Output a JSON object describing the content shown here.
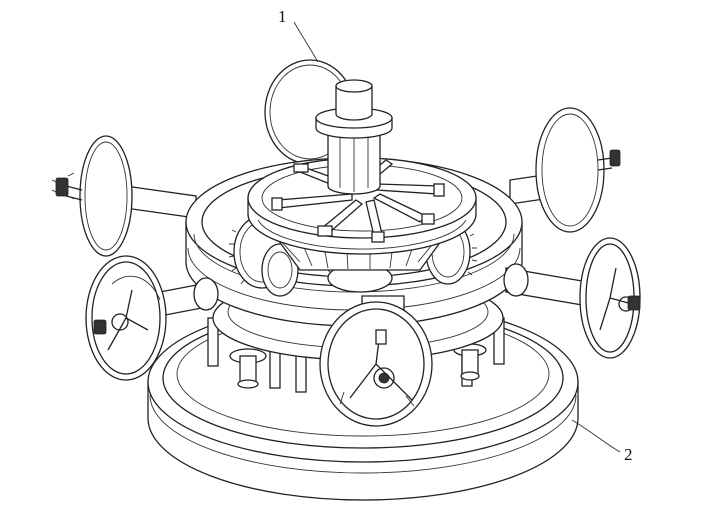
{
  "figure": {
    "callouts": [
      {
        "id": "callout-1",
        "text": "1"
      },
      {
        "id": "callout-2",
        "text": "2"
      }
    ],
    "colors": {
      "line": "#222222",
      "background": "#ffffff"
    }
  }
}
